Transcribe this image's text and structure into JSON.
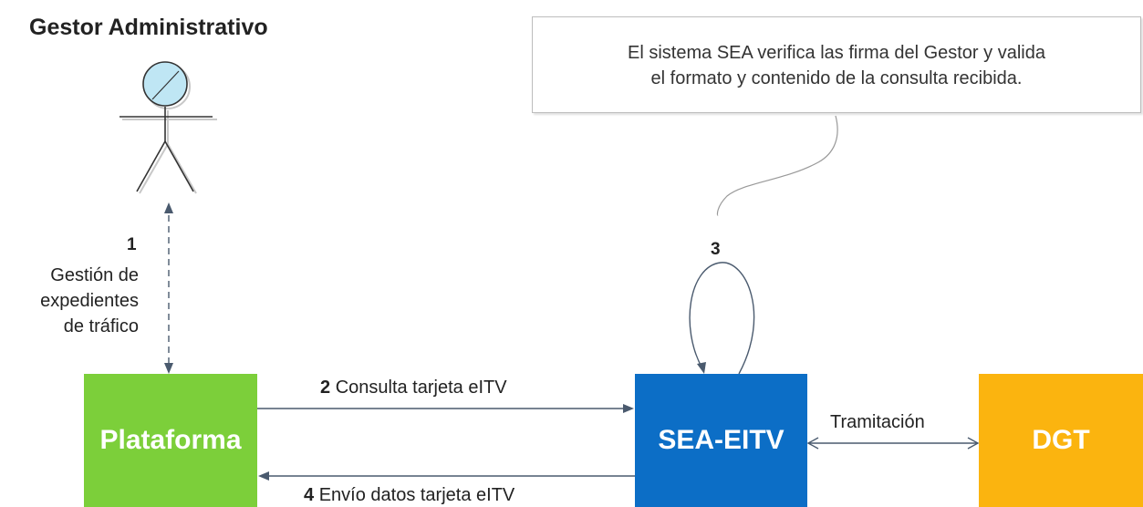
{
  "diagram": {
    "actor": {
      "title": "Gestor Administrativo"
    },
    "callout": {
      "line1": "El sistema SEA verifica las firma del Gestor y valida",
      "line2": "el formato y contenido de la consulta recibida."
    },
    "step1": {
      "number": "1",
      "line1": "Gestión de",
      "line2": "expedientes",
      "line3": "de tráfico"
    },
    "step2": {
      "number": "2",
      "label": "Consulta tarjeta eITV"
    },
    "step3": {
      "number": "3"
    },
    "step4": {
      "number": "4",
      "label": "Envío datos tarjeta eITV"
    },
    "tramitacion_label": "Tramitación",
    "nodes": {
      "plataforma": "Plataforma",
      "sea": "SEA-EITV",
      "dgt": "DGT"
    },
    "colors": {
      "plataforma": "#7ccf3a",
      "sea": "#0c6ec6",
      "dgt": "#fbb40f",
      "arrow": "#4a5a6e"
    }
  }
}
